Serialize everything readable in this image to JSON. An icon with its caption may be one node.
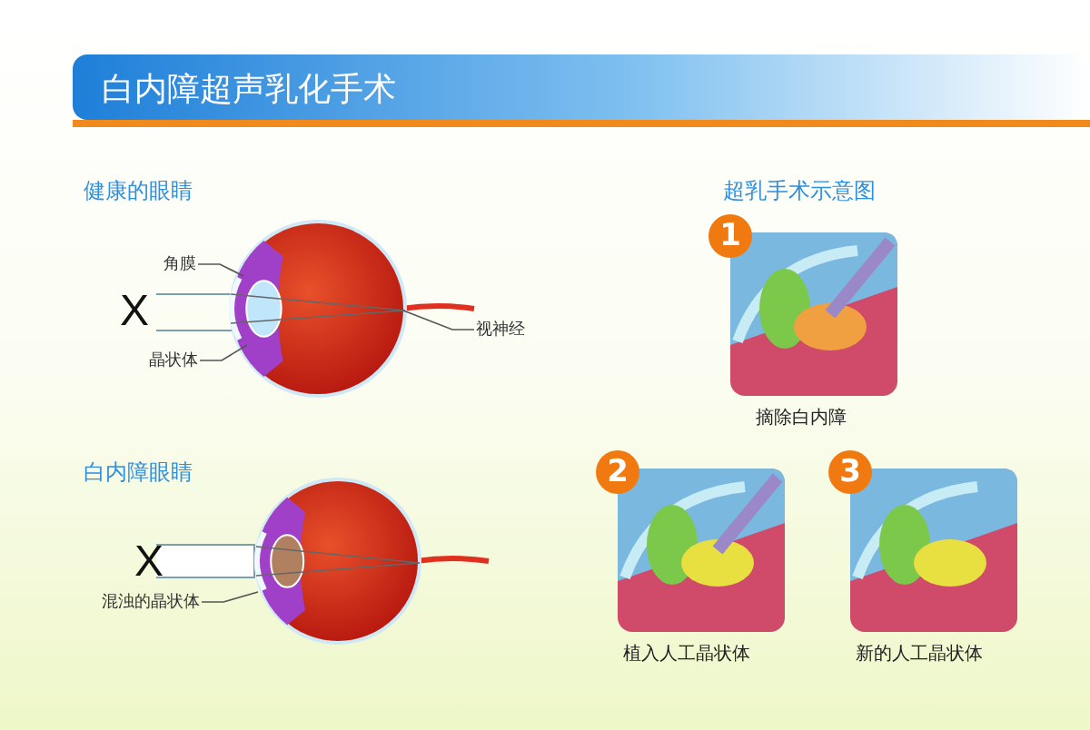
{
  "diagram": {
    "title": "白内障超声乳化手术",
    "nodes": [
      {
        "text": [
          "角膜"
        ]
      },
      {
        "text": [
          "晶状体"
        ]
      },
      {
        "text": [
          "视神经"
        ]
      },
      {
        "text": [
          "混浊的晶状体"
        ]
      },
      {
        "text": [],
        "shape": "picture"
      },
      {
        "text": [],
        "shape": "picture"
      }
    ],
    "edges": [
      {
        "from": 0,
        "to": 4,
        "arrow": "none"
      },
      {
        "from": 1,
        "to": 4,
        "arrow": "none"
      },
      {
        "from": 2,
        "to": 4,
        "arrow": "none"
      },
      {
        "from": 3,
        "to": 5,
        "arrow": "none"
      }
    ],
    "labels": [
      "健康的眼睛",
      "X",
      "白内障眼睛",
      "X",
      "超乳手术示意图",
      "1",
      "摘除白内障",
      "2",
      "植入人工晶状体",
      "3",
      "新的人工晶状体"
    ]
  }
}
